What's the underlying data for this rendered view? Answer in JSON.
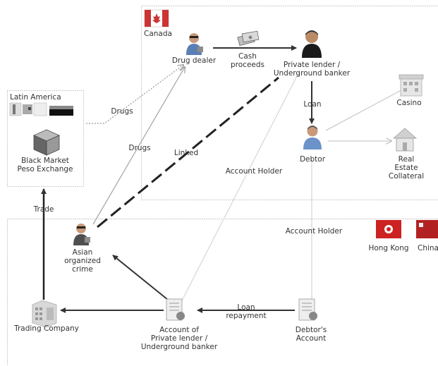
{
  "regions": {
    "canada": "Canada",
    "latin_america": "Latin America",
    "hong_kong": "Hong Kong",
    "china": "China"
  },
  "nodes": {
    "drug_dealer": "Drug dealer",
    "cash_proceeds": "Cash\nproceeds",
    "private_lender": "Private lender /\nUnderground banker",
    "casino": "Casino",
    "debtor": "Debtor",
    "real_estate": "Real Estate\nCollateral",
    "black_market": "Black Market\nPeso Exchange",
    "asian_crime": "Asian\norganized\ncrime",
    "trading_company": "Trading Company",
    "account_private_lender": "Account of\nPrivate lender /\nUnderground banker",
    "debtors_account": "Debtor's\nAccount"
  },
  "edge_labels": {
    "drugs_1": "Drugs",
    "drugs_2": "Drugs",
    "linked": "Linked",
    "loan": "Loan",
    "account_holder_1": "Account Holder",
    "account_holder_2": "Account Holder",
    "trade": "Trade",
    "loan_repayment": "Loan\nrepayment"
  },
  "colors": {
    "line_dark": "#333333",
    "line_light": "#cccccc",
    "canada_red": "#cc3333",
    "hk_red": "#cc2222",
    "region_border": "#999999"
  }
}
